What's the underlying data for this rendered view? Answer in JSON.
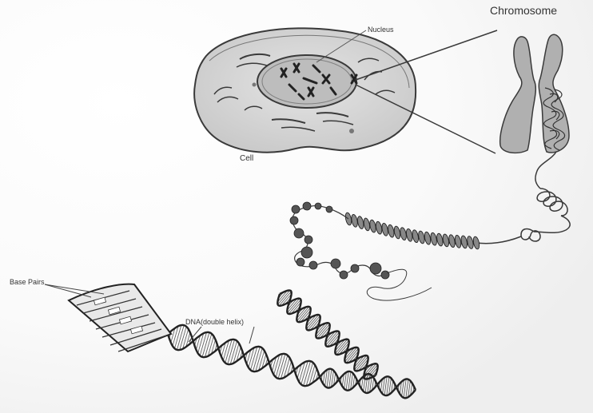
{
  "labels": {
    "chromosome": "Chromosome",
    "nucleus": "Nucleus",
    "cell": "Cell",
    "base_pairs": "Base Pairs",
    "dna": "DNA(double helix)"
  },
  "colors": {
    "background": "#ffffff",
    "line": "#3a3a3a",
    "cell_fill": "#d6d6d6",
    "nucleus_fill": "#bdbdbd",
    "chromosome_fill": "#b0b0b0"
  }
}
